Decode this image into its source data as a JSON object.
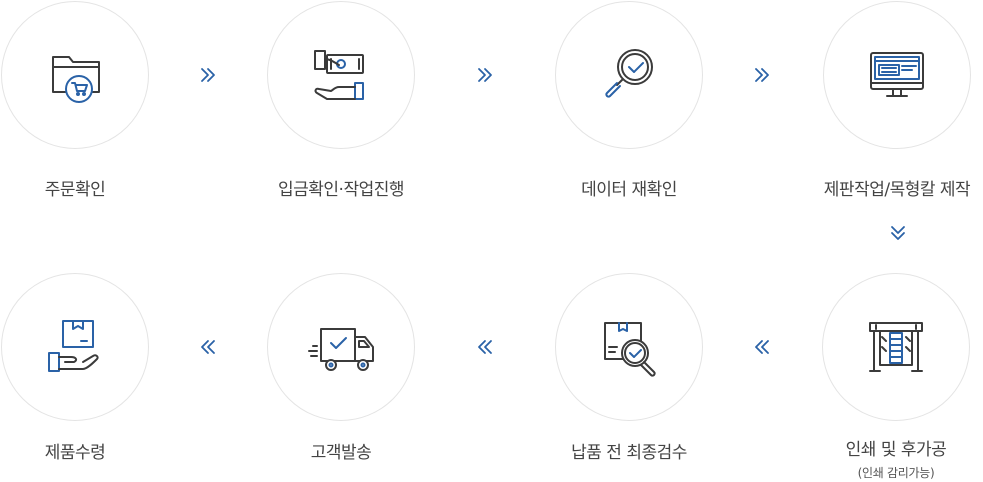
{
  "steps": [
    {
      "label": "주문확인",
      "icon": "folder-cart-icon"
    },
    {
      "label": "입금확인·작업진행",
      "icon": "money-hand-icon"
    },
    {
      "label": "데이터 재확인",
      "icon": "magnifier-check-icon"
    },
    {
      "label": "제판작업/목형칼 제작",
      "icon": "monitor-icon"
    },
    {
      "label": "인쇄 및 후가공",
      "sublabel": "(인쇄 감리가능)",
      "icon": "printer-machine-icon"
    },
    {
      "label": "납품 전 최종검수",
      "icon": "box-inspect-icon"
    },
    {
      "label": "고객발송",
      "icon": "delivery-truck-icon"
    },
    {
      "label": "제품수령",
      "icon": "box-hand-icon"
    }
  ],
  "colors": {
    "accent": "#2a62a7",
    "icon": "#3b3b3b",
    "text": "#444444",
    "circle_border": "#e4e4e4"
  }
}
